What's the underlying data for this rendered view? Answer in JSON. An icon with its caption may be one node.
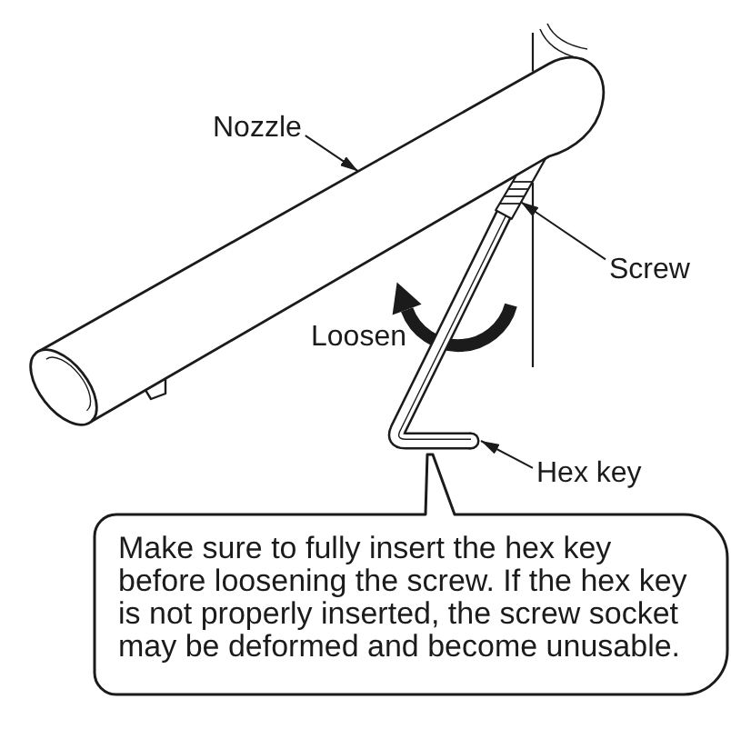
{
  "diagram": {
    "nodes": [
      {
        "text": [
          "Nozzle"
        ]
      },
      {
        "text": [],
        "shape": "picture"
      },
      {
        "text": [
          "Screw"
        ]
      },
      {
        "text": [],
        "shape": "picture"
      },
      {
        "text": [
          "Hex key"
        ]
      },
      {
        "text": [],
        "shape": "picture"
      },
      {
        "text": [
          "Make sure to fully insert the hex key before loosening the screw. If the hex key is not properly inserted, the screw socket may be deformed and become unusable."
        ]
      }
    ],
    "edges": [
      {
        "from": 0,
        "to": 1,
        "arrow": "to"
      },
      {
        "from": 2,
        "to": 3,
        "arrow": "to"
      },
      {
        "from": 4,
        "to": 5,
        "arrow": "to"
      }
    ],
    "labels": [
      "Loosen"
    ]
  }
}
